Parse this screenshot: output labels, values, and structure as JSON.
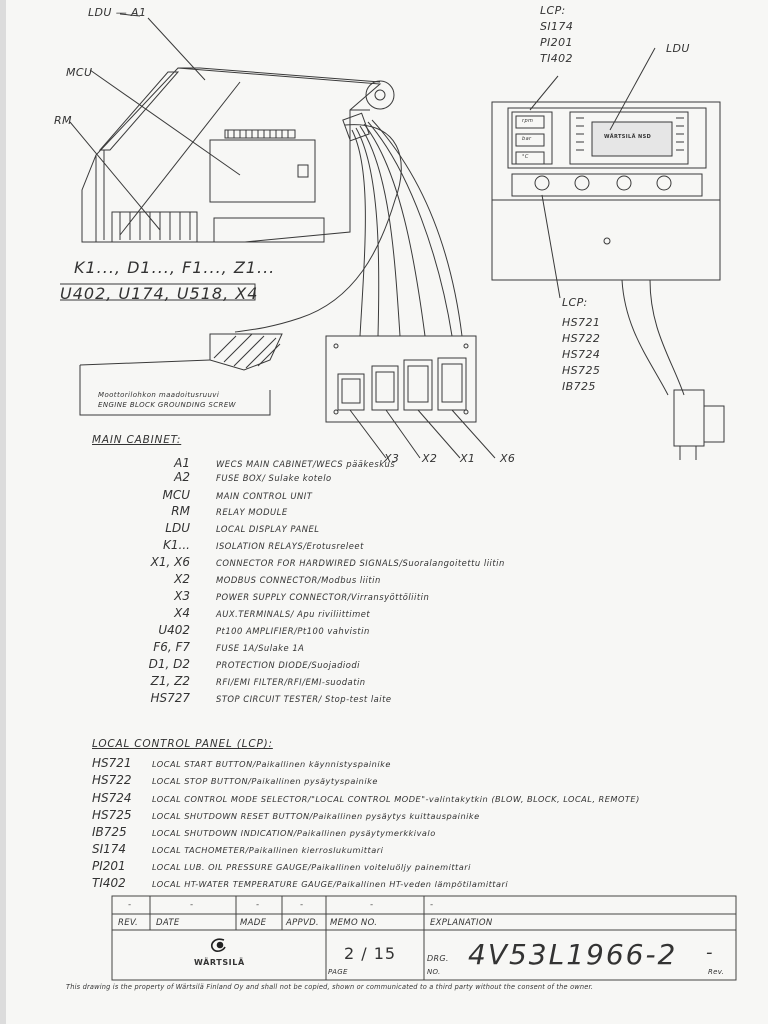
{
  "top_labels": {
    "ldu_a1": "LDU — A1",
    "mcu": "MCU",
    "rm": "RM",
    "k_line": "K1..., D1..., F1..., Z1...",
    "u_line": "U402, U174, U518, X4",
    "grounding_fi": "Moottorilohkon maadoitusruuvi",
    "grounding_en": "ENGINE BLOCK GROUNDING SCREW",
    "lcp_top_title": "LCP:",
    "lcp_top_items": [
      "SI174",
      "PI201",
      "TI402"
    ],
    "ldu_right": "LDU",
    "lcp_bottom_title": "LCP:",
    "lcp_bottom_items": [
      "HS721",
      "HS722",
      "HS724",
      "HS725",
      "IB725"
    ],
    "connectors": [
      "X3",
      "X2",
      "X1",
      "X6"
    ],
    "panel_logo": "WÄRTSILÄ NSD",
    "gauge_labels": [
      "rpm",
      "bar",
      "°C"
    ]
  },
  "main_cabinet": {
    "heading": "MAIN CABINET:",
    "rows": [
      {
        "code": "A1",
        "desc": "WECS MAIN CABINET/WECS pääkeskus"
      },
      {
        "code": "A2",
        "desc": "FUSE BOX/ Sulake kotelo"
      },
      {
        "code": "MCU",
        "desc": "MAIN CONTROL UNIT"
      },
      {
        "code": "RM",
        "desc": "RELAY MODULE"
      },
      {
        "code": "LDU",
        "desc": "LOCAL DISPLAY PANEL"
      },
      {
        "code": "K1...",
        "desc": "ISOLATION RELAYS/Erotusreleet"
      },
      {
        "code": "X1, X6",
        "desc": "CONNECTOR FOR HARDWIRED SIGNALS/Suoralangoitettu liitin"
      },
      {
        "code": "X2",
        "desc": "MODBUS CONNECTOR/Modbus liitin"
      },
      {
        "code": "X3",
        "desc": "POWER SUPPLY CONNECTOR/Virransyöttöliitin"
      },
      {
        "code": "X4",
        "desc": "AUX.TERMINALS/ Apu riviliittimet"
      },
      {
        "code": "U402",
        "desc": "Pt100 AMPLIFIER/Pt100 vahvistin"
      },
      {
        "code": "F6, F7",
        "desc": "FUSE 1A/Sulake 1A"
      },
      {
        "code": "D1, D2",
        "desc": "PROTECTION DIODE/Suojadiodi"
      },
      {
        "code": "Z1, Z2",
        "desc": "RFI/EMI FILTER/RFI/EMI-suodatin"
      },
      {
        "code": "HS727",
        "desc": "STOP CIRCUIT TESTER/ Stop-test laite"
      }
    ]
  },
  "local_control_panel": {
    "heading": "LOCAL CONTROL PANEL (LCP):",
    "rows": [
      {
        "code": "HS721",
        "desc": "LOCAL START BUTTON/Paikallinen käynnistyspainike"
      },
      {
        "code": "HS722",
        "desc": "LOCAL STOP BUTTON/Paikallinen pysäytyspainike"
      },
      {
        "code": "HS724",
        "desc": "LOCAL CONTROL MODE SELECTOR/\"LOCAL CONTROL MODE\"-valintakytkin (BLOW, BLOCK, LOCAL, REMOTE)"
      },
      {
        "code": "HS725",
        "desc": "LOCAL SHUTDOWN RESET BUTTON/Paikallinen pysäytys kuittauspainike"
      },
      {
        "code": "IB725",
        "desc": "LOCAL SHUTDOWN INDICATION/Paikallinen pysäytymerkkivalo"
      },
      {
        "code": "SI174",
        "desc": "LOCAL TACHOMETER/Paikallinen kierroslukumittari"
      },
      {
        "code": "PI201",
        "desc": "LOCAL LUB. OIL PRESSURE GAUGE/Paikallinen voiteluöljy painemittari"
      },
      {
        "code": "TI402",
        "desc": "LOCAL HT-WATER TEMPERATURE GAUGE/Paikallinen HT-veden lämpötilamittari"
      }
    ]
  },
  "title_block": {
    "dashes": [
      "-",
      "-",
      "-",
      "-",
      "-",
      "-"
    ],
    "headers": {
      "rev": "REV.",
      "date": "DATE",
      "made": "MADE",
      "appvd": "APPVD.",
      "memo": "MEMO NO.",
      "explanation": "EXPLANATION"
    },
    "company": "WÄRTSILÄ",
    "page": "2 / 15",
    "page_label": "PAGE",
    "drg_label": "DRG.",
    "no_label": "NO.",
    "drawing_number": "4V53L1966-2",
    "rev_value": "-",
    "rev_label": "Rev."
  },
  "footer": "This drawing is the property of Wärtsilä Finland Oy and shall not be copied, shown or communicated to a third party without the consent of the owner."
}
